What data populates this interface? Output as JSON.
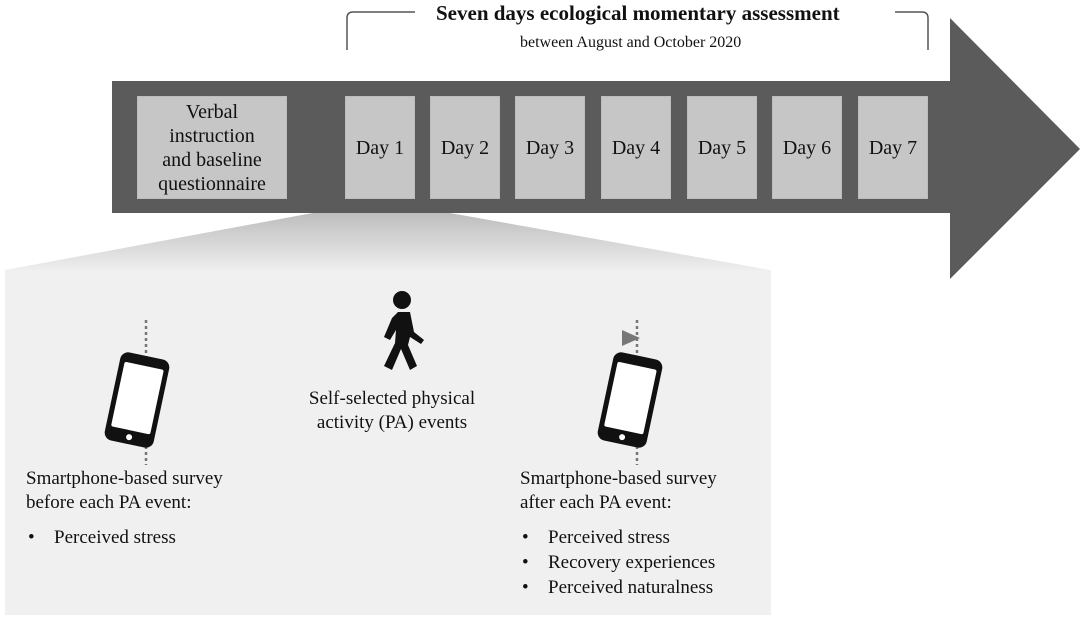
{
  "header": {
    "title": "Seven days ecological momentary assessment",
    "subtitle": "between August and October 2020"
  },
  "timeline": {
    "intro_box": [
      "Verbal",
      "instruction",
      "and baseline",
      "questionnaire"
    ],
    "days": [
      "Day 1",
      "Day 2",
      "Day 3",
      "Day 4",
      "Day 5",
      "Day 6",
      "Day 7"
    ]
  },
  "detail": {
    "activity_label": [
      "Self-selected physical",
      "activity (PA) events"
    ],
    "before": {
      "heading": [
        "Smartphone-based survey",
        "before each PA event:"
      ],
      "items": [
        "Perceived stress"
      ]
    },
    "after": {
      "heading": [
        "Smartphone-based survey",
        "after each PA event:"
      ],
      "items": [
        "Perceived stress",
        "Recovery experiences",
        "Perceived naturalness"
      ]
    }
  },
  "icons": {
    "walker": "walking-person-icon",
    "phone": "smartphone-icon"
  },
  "colors": {
    "arrow": "#5b5b5b",
    "box": "#c6c6c6",
    "panel": "#f0f0f0"
  }
}
